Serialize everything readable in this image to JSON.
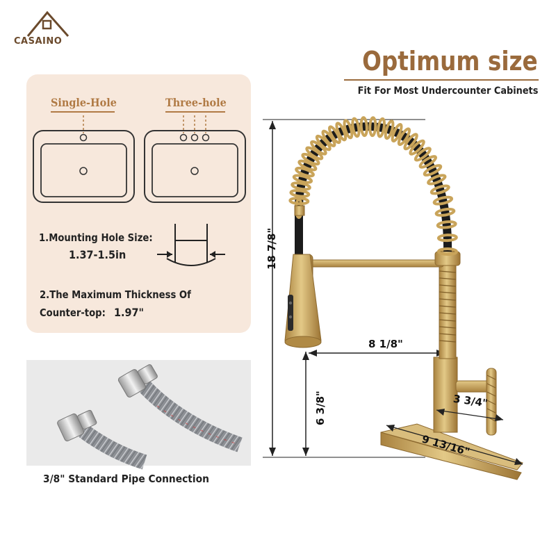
{
  "brand": {
    "name": "CASAINO"
  },
  "header": {
    "title": "Optimum size",
    "subtitle": "Fit For Most Undercounter Cabinets"
  },
  "installation": {
    "single_hole_label": "Single-Hole",
    "three_hole_label": "Three-hole",
    "mounting_hole_label": "1.Mounting Hole Size:",
    "mounting_hole_value": "1.37-1.5in",
    "thickness_label_line1": "2.The Maximum Thickness Of",
    "thickness_label_line2": "Counter-top:",
    "thickness_value": "1.97\""
  },
  "pipe": {
    "caption": "3/8\" Standard Pipe Connection"
  },
  "dimensions": {
    "height": "18 7/8\"",
    "reach": "8 1/8\"",
    "spout_height": "6 3/8\"",
    "handle": "3 3/4\"",
    "deck_plate": "9 13/16\""
  },
  "colors": {
    "accent": "#9a6a3c",
    "gold": "#c9a45a",
    "panel": "#f7e8dc"
  }
}
